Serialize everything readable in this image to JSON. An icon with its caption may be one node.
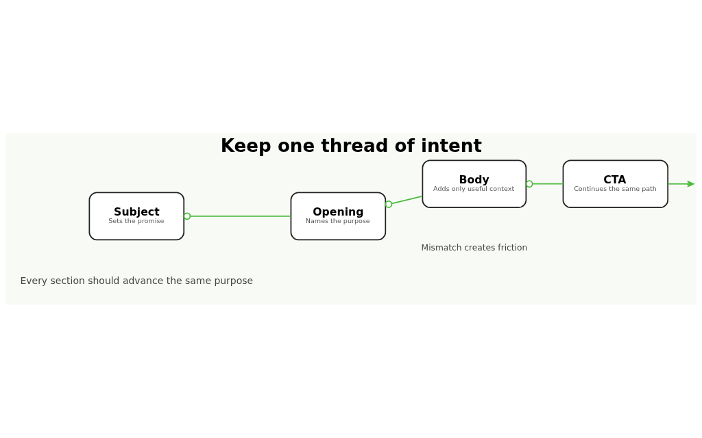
{
  "diagram": {
    "title": "Keep one thread of intent",
    "nodes": [
      {
        "text": [
          "Subject",
          "Sets the promise"
        ]
      },
      {
        "text": [
          "Opening",
          "Names the purpose"
        ]
      },
      {
        "text": [
          "Body",
          "Adds only useful context"
        ]
      },
      {
        "text": [
          "CTA",
          "Continues the same path"
        ]
      }
    ],
    "edges": [
      {
        "from": 0,
        "to": 1,
        "arrow": "other",
        "color": "#4cbb3c"
      },
      {
        "from": 1,
        "to": 2,
        "arrow": "other",
        "color": "#4cbb3c"
      },
      {
        "from": 2,
        "to": 3,
        "arrow": "other",
        "color": "#4cbb3c"
      },
      {
        "from": 3,
        "to": null,
        "arrow": "to",
        "color": "#4cbb3c"
      }
    ],
    "labels": [
      "Every section should advance the same purpose",
      "Mismatch creates friction"
    ]
  }
}
